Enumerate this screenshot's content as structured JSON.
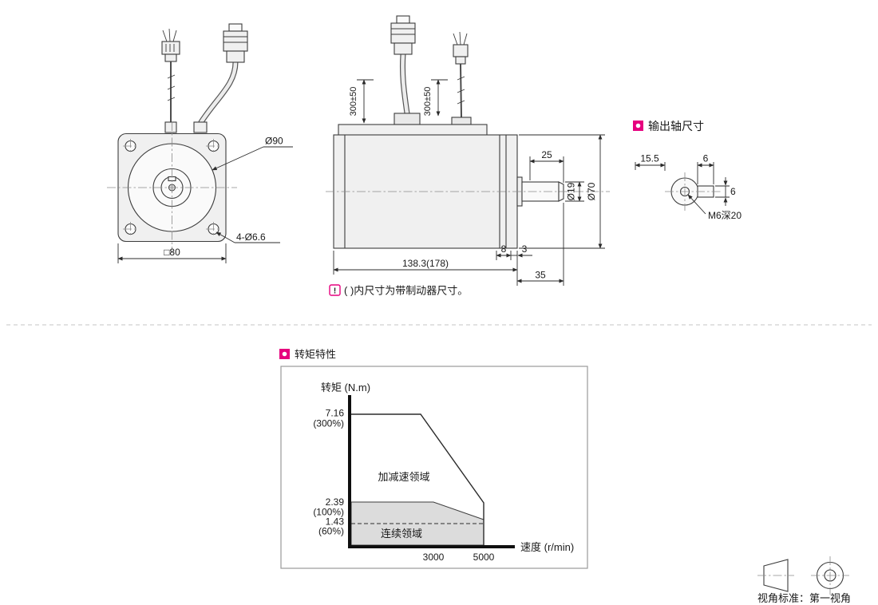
{
  "colors": {
    "accent": "#e6007e",
    "drawing_line": "#3c3c3c",
    "continuous_region_fill": "#dcdcdc"
  },
  "front_view": {
    "pilot_diameter": "Ø90",
    "mount_holes": "4-Ø6.6",
    "flange_width": "□80"
  },
  "side_view": {
    "cable_length_left": "300±50",
    "cable_length_right": "300±50",
    "dim_25": "25",
    "shaft_diameter": "Ø19",
    "body_diameter": "Ø70",
    "dim_8": "8",
    "dim_3": "3",
    "body_length": "138.3(178)",
    "shaft_length": "35"
  },
  "brake_note": {
    "icon_glyph": "!",
    "text": "( )内尺寸为带制动器尺寸。"
  },
  "output_shaft": {
    "title": "输出轴尺寸",
    "dim_offset": "15.5",
    "key_width": "6",
    "key_height": "6",
    "tapped_hole": "M6深20"
  },
  "chart_data": {
    "type": "area",
    "title": "转矩特性",
    "ylabel": "转矩 (N.m)",
    "xlabel": "速度 (r/min)",
    "xlim": [
      0,
      5800
    ],
    "ylim": [
      0,
      8.5
    ],
    "grid": false,
    "legend": "none",
    "x_ticks": [
      {
        "value": 3000,
        "label": "3000"
      },
      {
        "value": 5000,
        "label": "5000"
      }
    ],
    "y_ticks": [
      {
        "value": 7.16,
        "label": "7.16",
        "percent_label": "(300%)"
      },
      {
        "value": 2.39,
        "label": "2.39",
        "percent_label": "(100%)"
      },
      {
        "value": 1.43,
        "label": "1.43",
        "percent_label": "(60%)"
      }
    ],
    "regions": [
      {
        "label": "加减速领域",
        "fill": "#ffffff",
        "upper_boundary": [
          [
            0,
            7.16
          ],
          [
            2400,
            7.16
          ],
          [
            5000,
            2.5
          ],
          [
            5000,
            0
          ]
        ]
      },
      {
        "label": "连续领域",
        "fill": "#dcdcdc",
        "upper_boundary": [
          [
            0,
            2.39
          ],
          [
            2900,
            2.39
          ],
          [
            5000,
            1.55
          ],
          [
            5000,
            0
          ]
        ]
      }
    ],
    "reference_line": {
      "style": "dashed",
      "torque": 1.43
    }
  },
  "projection_note": {
    "label": "视角标准：第一视角"
  }
}
